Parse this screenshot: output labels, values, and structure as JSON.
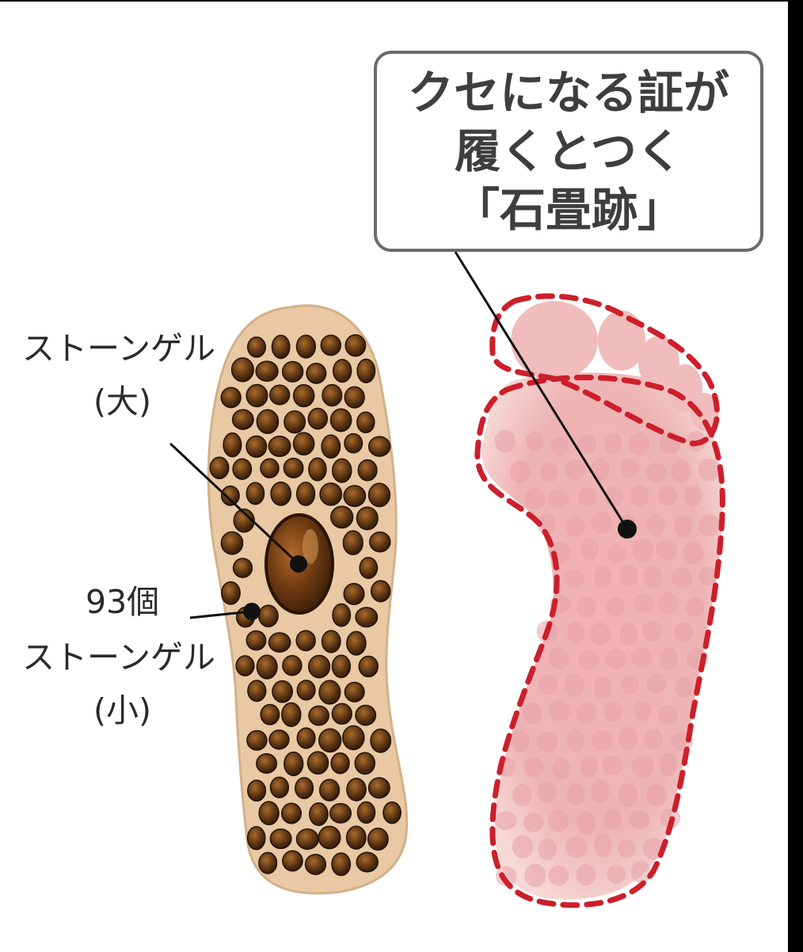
{
  "callout": {
    "line1": "クセになる証が",
    "line2": "履くとつく",
    "line3": "「石畳跡」"
  },
  "labels": {
    "large_stone_name": "ストーンゲル",
    "large_stone_size": "(大)",
    "small_stone_count": "93個",
    "small_stone_name": "ストーンゲル",
    "small_stone_size": "(小)"
  },
  "colors": {
    "insole_base": "#e8c9a4",
    "stone_dark": "#3a2410",
    "stone_mid": "#7a4a1e",
    "footprint_outline": "#cc1f2b",
    "sole_skin": "#f1b9b9",
    "callout_border": "#6b6b6b"
  }
}
